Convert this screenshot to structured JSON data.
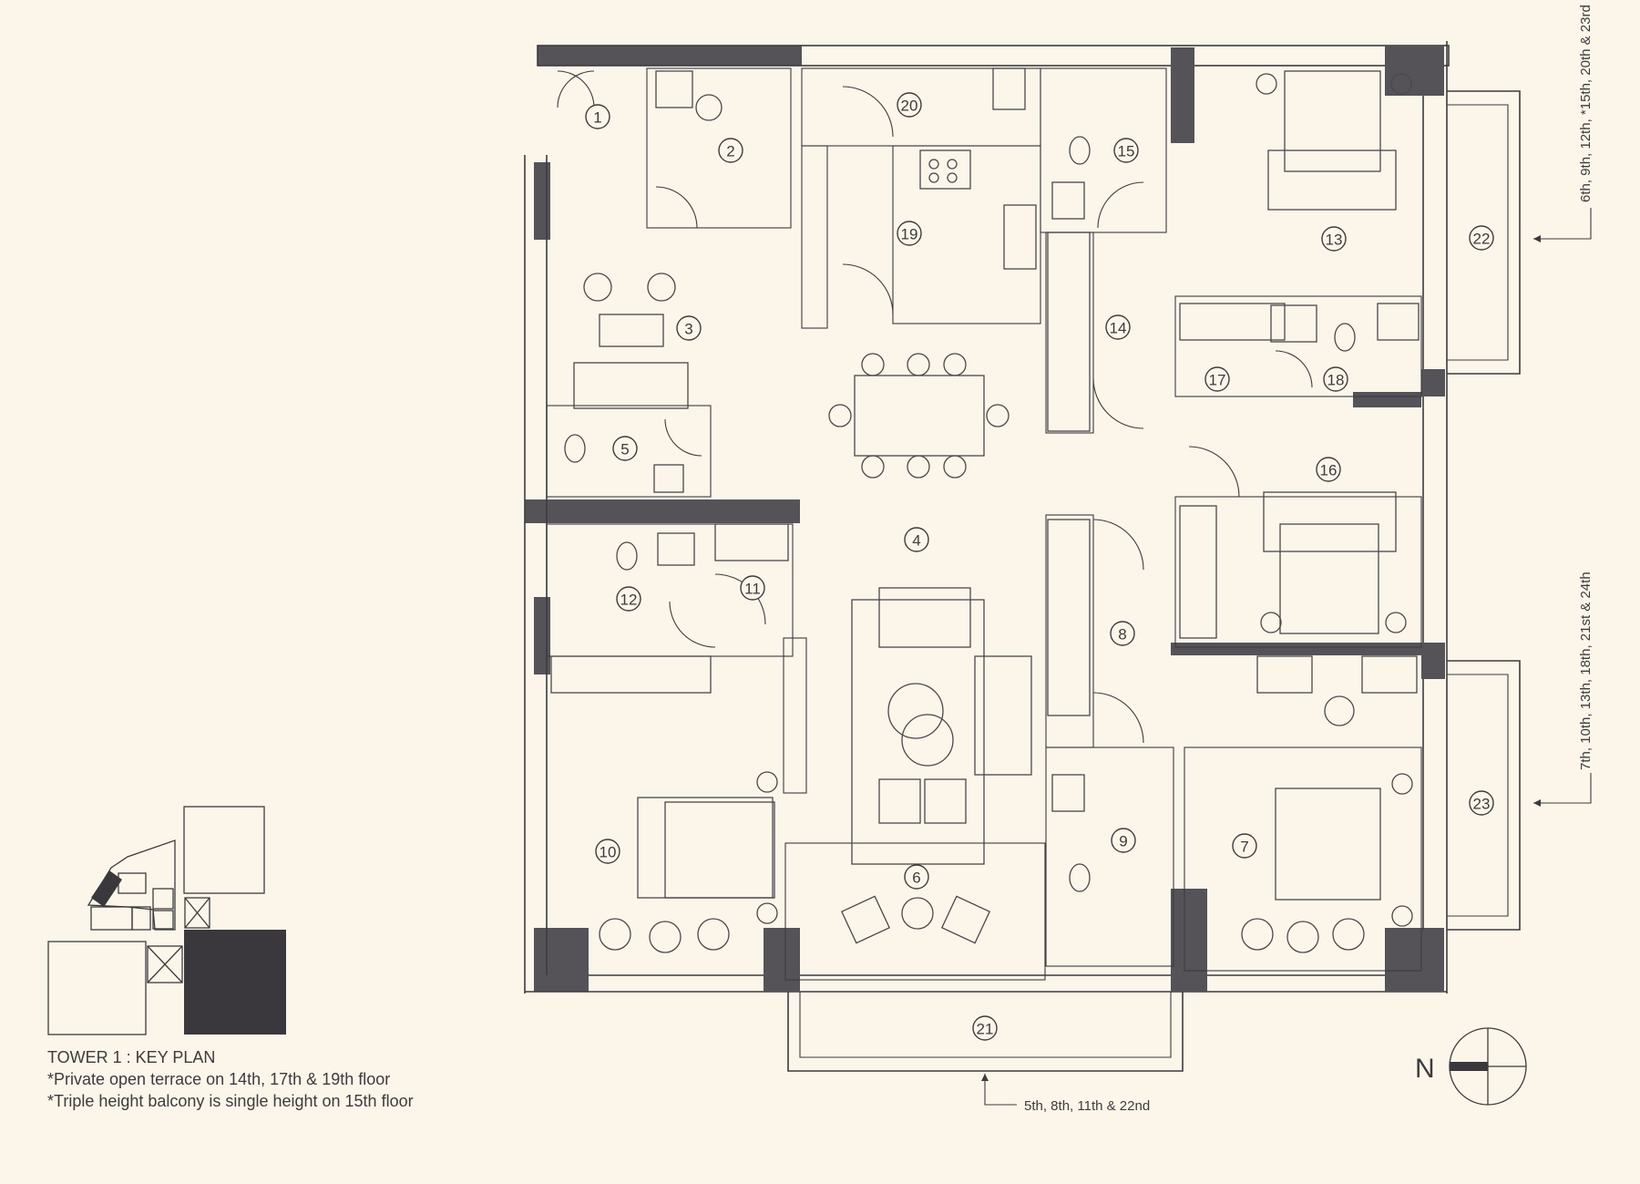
{
  "key_plan": {
    "title": "TOWER 1 : KEY PLAN"
  },
  "notes": [
    "*Private open terrace on 14th, 17th & 19th floor",
    "*Triple height balcony is single height on 15th floor"
  ],
  "compass": {
    "label": "N"
  },
  "callouts": {
    "terrace_22": "6th, 9th, 12th, *15th, 20th & 23rd",
    "terrace_23": "7th, 10th, 13th, 18th, 21st & 24th",
    "balcony_21": "5th, 8th, 11th & 22nd"
  },
  "rooms": [
    "1",
    "2",
    "3",
    "4",
    "5",
    "6",
    "7",
    "8",
    "9",
    "10",
    "11",
    "12",
    "13",
    "14",
    "15",
    "16",
    "17",
    "18",
    "19",
    "20",
    "21",
    "22",
    "23"
  ]
}
